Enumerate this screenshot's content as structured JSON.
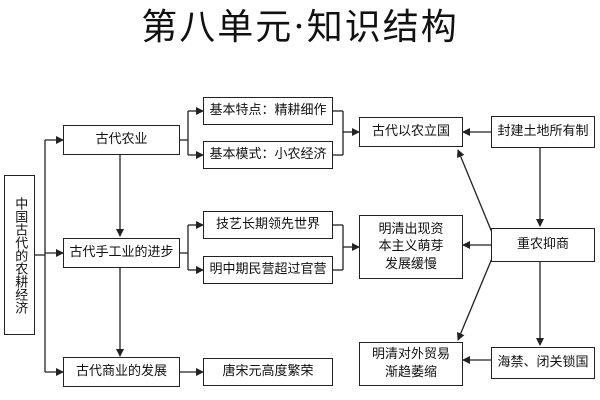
{
  "title": "第八单元·知识结构",
  "root": "中国古代的农耕经济",
  "agri": {
    "label": "古代农业",
    "features": "基本特点：精耕细作",
    "mode": "基本模式：小农经济"
  },
  "craft": {
    "label": "古代手工业的进步",
    "skill": "技艺长期领先世界",
    "private": "明中期民营超过官营"
  },
  "commerce": {
    "label": "古代商业的发展",
    "tang_song": "唐宋元高度繁荣"
  },
  "policy": {
    "agri_state": "古代以农立国",
    "land": "封建土地所有制",
    "capitalism": "明清出现资\n本主义萌芽\n发展缓慢",
    "suppress": "重农抑商",
    "trade": "明清对外贸易\n渐趋萎缩",
    "haijin": "海禁、闭关锁国"
  }
}
